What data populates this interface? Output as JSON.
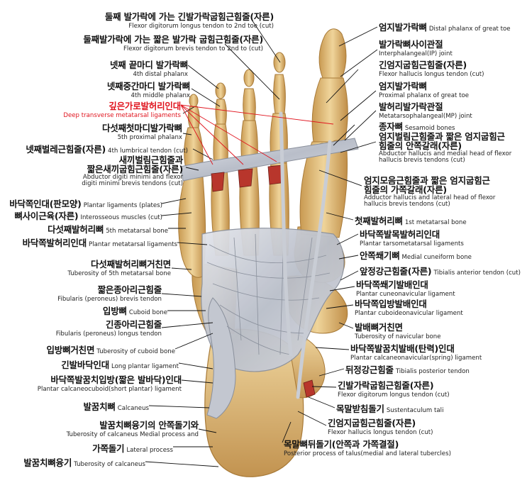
{
  "labels": {
    "left": [
      {
        "ko": "둘째 발가락에 가는 긴발가락굽힘근힘줄(자른)",
        "en": "Flexor digitorum longus tendon to 2nd toe (cut)"
      },
      {
        "ko": "둘째발가락에 가는 짧은 발가락 굽힘근힘줄(자른)",
        "en": "Flexor digitorum brevis tendon to 2nd to (cut)"
      },
      {
        "ko": "넷째 끝마디 발가락뼈",
        "en": "4th distal phalanx"
      },
      {
        "ko": "넷째중간마디 발가락뼈",
        "en": "4th middle phalanx"
      },
      {
        "ko": "깊은가로발허리인대",
        "en": "Deep transverse metatarsal ligaments"
      },
      {
        "ko": "다섯째첫마디발가락뼈",
        "en": "5th proximal phalanx"
      },
      {
        "ko": "넷째벌레근힘줄(자른)",
        "en": "4th lumbrical tendon (cut)"
      },
      {
        "ko": "새끼벌림근힘줄과\n짧은새끼굽힘근힘줄(자른)",
        "en": "Abductor digiti minimi and flexor\ndigiti minimi brevis tendons (cut)"
      },
      {
        "ko": "바닥쪽인대(판모양)",
        "en": "Plantar ligaments (plates)"
      },
      {
        "ko": "뼈사이근육(자른)",
        "en": "Interosseous muscles (cut)"
      },
      {
        "ko": "다섯째발허리뼈",
        "en": "5th metatarsal bone"
      },
      {
        "ko": "바닥쪽발허리인대",
        "en": "Plantar metatarsal ligaments"
      },
      {
        "ko": "다섯째발허리뼈거친면",
        "en": "Tuberosity of 5th metatarsal bone"
      },
      {
        "ko": "짧은종아리근힘줄",
        "en": "Fibularis (peroneus) brevis tendon"
      },
      {
        "ko": "입방뼈",
        "en": "Cuboid bone"
      },
      {
        "ko": "긴종아리근힘줄",
        "en": "Fibularis (peroneus) longus tendon"
      },
      {
        "ko": "입방뼈거친면",
        "en": "Tuberosity of cuboid bone"
      },
      {
        "ko": "긴발바닥인대",
        "en": "Long plantar ligament"
      },
      {
        "ko": "바닥쪽발꿈치입방(짧은 발바닥)인대",
        "en": "Plantar calcaneocuboid(short plantar) ligament"
      },
      {
        "ko": "발꿈치뼈",
        "en": "Calcaneus"
      },
      {
        "ko": "발꿈치뼈융기의 안쪽돌기와",
        "en": "Tuberosity of calcaneus Medial process and"
      },
      {
        "ko": "가쪽돌기",
        "en": "Lateral process"
      },
      {
        "ko": "발꿈치뼈융기",
        "en": "Tuberosity of calcaneus"
      }
    ],
    "right": [
      {
        "ko": "엄지발가락뼈",
        "en": "Distal phalanx of great toe"
      },
      {
        "ko": "발가락뼈사이관절",
        "en": "Interphalangeal(IP) joint"
      },
      {
        "ko": "긴엄지굽힘근힘줄(자른)",
        "en": "Flexor hallucis longus tendon (cut)"
      },
      {
        "ko": "엄지발가락뼈",
        "en": "Proximal phalanx of great toe"
      },
      {
        "ko": "발허리발가락관절",
        "en": "Metatarsophalangeal(MP) joint"
      },
      {
        "ko": "종자뼈",
        "en": "Sesamoid bones"
      },
      {
        "ko": "엄지벌림근힘줄과 짧은 엄지굽힘근\n힘줄의 안쪽갈래(자른)",
        "en": "Abductor hallucis and medial head of flexor\nhallucis brevis tendons (cut)"
      },
      {
        "ko": "엄지모음근힘줄과 짧은 엄지굽힘근\n힘줄의 가쪽갈래(자른)",
        "en": "Adductor hallucis and lateral head of flexor\nhallucis brevis tendons (cut)"
      },
      {
        "ko": "첫째발허리뼈",
        "en": "1st metatarsal bone"
      },
      {
        "ko": "바닥쪽발목발허리인대",
        "en": "Plantar tarsometatarsal ligaments"
      },
      {
        "ko": "안쪽쐐기뼈",
        "en": "Medial cuneiform bone"
      },
      {
        "ko": "앞정강근힘줄(자른)",
        "en": "Tibialis anterior tendon (cut)"
      },
      {
        "ko": "바닥쪽쐐기발배인대",
        "en": "Plantar cuneonavicular ligament"
      },
      {
        "ko": "바닥쪽입방발배인대",
        "en": "Plantar cuboideonavicular ligament"
      },
      {
        "ko": "발배뼈거친면",
        "en": "Tuberosity of navicular bone"
      },
      {
        "ko": "바닥쪽발꿈치발배(탄력)인대",
        "en": "Plantar calcaneonavicular(spring) ligament"
      },
      {
        "ko": "뒤정강근힘줄",
        "en": "Tibialis posterior tendon"
      },
      {
        "ko": "긴발가락굽힘근힘줄(자른)",
        "en": "Flexor digitorum longus tendon (cut)"
      },
      {
        "ko": "목말받침돌기",
        "en": "Sustentaculum tali"
      },
      {
        "ko": "긴엄지굽힘근힘줄(자른)",
        "en": "Flexor hallucis longus tendon (cut)"
      },
      {
        "ko": "목말뼈뒤돌기(안쪽과 가쪽결절)",
        "en": "Posterior process of talus(medial and lateral tubercles)"
      }
    ]
  },
  "colors": {
    "bone": "#e6c585",
    "bone_shade": "#b88c45",
    "ligament": "#c8ccd4",
    "ligament_line": "#8a909c",
    "muscle_cut": "#b8362c",
    "highlight": "#e0141e",
    "leader": "#111111"
  }
}
